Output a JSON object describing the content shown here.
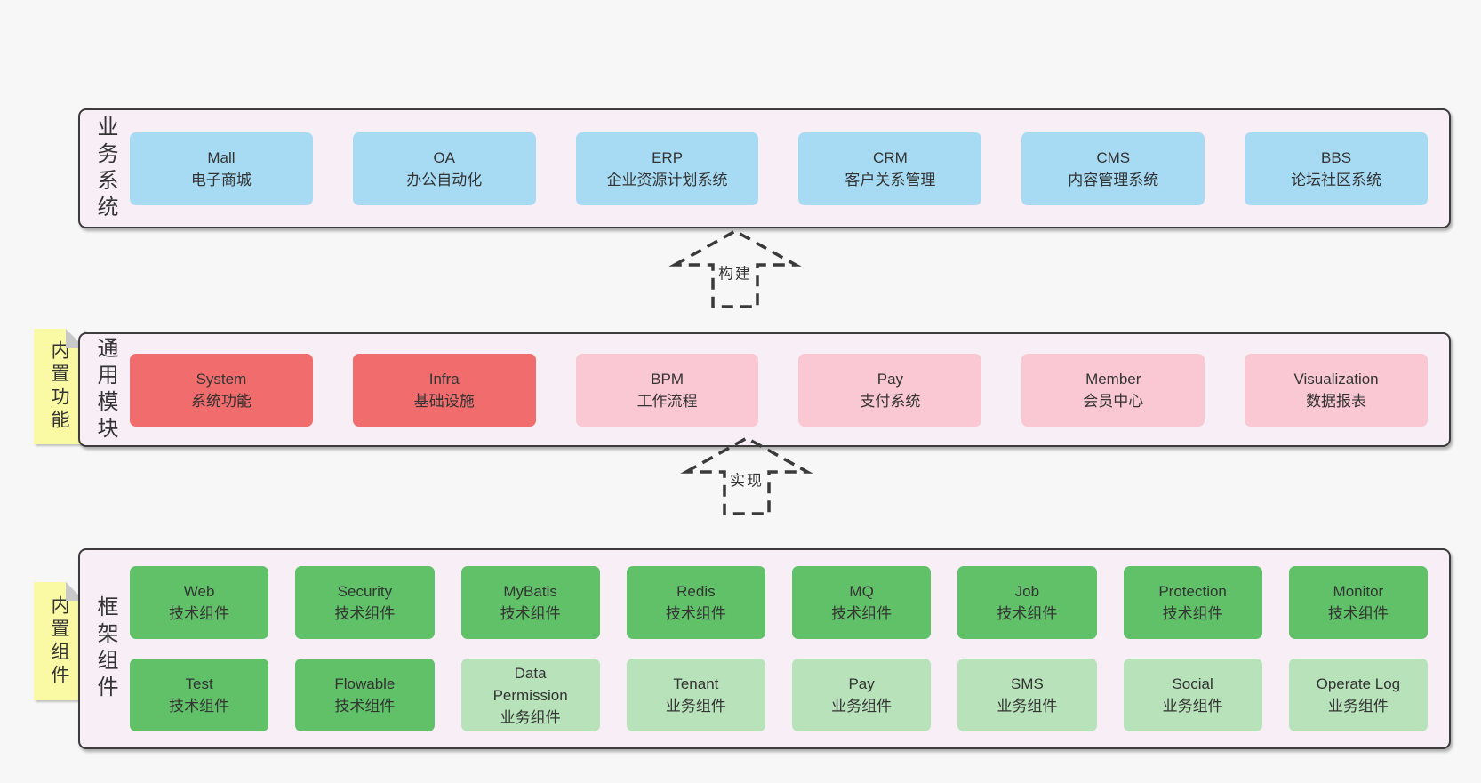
{
  "diagram": {
    "sections": [
      {
        "label": "业务系统",
        "boxes": [
          {
            "name": "Mall",
            "desc": "电子商城"
          },
          {
            "name": "OA",
            "desc": "办公自动化"
          },
          {
            "name": "ERP",
            "desc": "企业资源计划系统"
          },
          {
            "name": "CRM",
            "desc": "客户关系管理"
          },
          {
            "name": "CMS",
            "desc": "内容管理系统"
          },
          {
            "name": "BBS",
            "desc": "论坛社区系统"
          }
        ]
      },
      {
        "label": "通用模块",
        "note": "内置功能",
        "boxes": [
          {
            "name": "System",
            "desc": "系统功能"
          },
          {
            "name": "Infra",
            "desc": "基础设施"
          },
          {
            "name": "BPM",
            "desc": "工作流程"
          },
          {
            "name": "Pay",
            "desc": "支付系统"
          },
          {
            "name": "Member",
            "desc": "会员中心"
          },
          {
            "name": "Visualization",
            "desc": "数据报表"
          }
        ]
      },
      {
        "label": "框架组件",
        "note": "内置组件",
        "rows": [
          [
            {
              "name": "Web",
              "desc": "技术组件"
            },
            {
              "name": "Security",
              "desc": "技术组件"
            },
            {
              "name": "MyBatis",
              "desc": "技术组件"
            },
            {
              "name": "Redis",
              "desc": "技术组件"
            },
            {
              "name": "MQ",
              "desc": "技术组件"
            },
            {
              "name": "Job",
              "desc": "技术组件"
            },
            {
              "name": "Protection",
              "desc": "技术组件"
            },
            {
              "name": "Monitor",
              "desc": "技术组件"
            }
          ],
          [
            {
              "name": "Test",
              "desc": "技术组件"
            },
            {
              "name": "Flowable",
              "desc": "技术组件"
            },
            {
              "name": "Data Permission",
              "desc": "业务组件"
            },
            {
              "name": "Tenant",
              "desc": "业务组件"
            },
            {
              "name": "Pay",
              "desc": "业务组件"
            },
            {
              "name": "SMS",
              "desc": "业务组件"
            },
            {
              "name": "Social",
              "desc": "业务组件"
            },
            {
              "name": "Operate Log",
              "desc": "业务组件"
            }
          ]
        ]
      }
    ],
    "arrows": [
      {
        "label": "构建"
      },
      {
        "label": "实现"
      }
    ],
    "colors": {
      "page_bg": "#f7f7f7",
      "panel_bg": "#f8eef6",
      "panel_border": "#3c3c3c",
      "box_blue": "#a7dbf4",
      "box_red": "#f16c6c",
      "box_pink": "#f9c8d2",
      "box_green": "#60c169",
      "box_green_light": "#b7e2ba",
      "note_yellow": "#fafaa4",
      "text": "#333333"
    }
  }
}
